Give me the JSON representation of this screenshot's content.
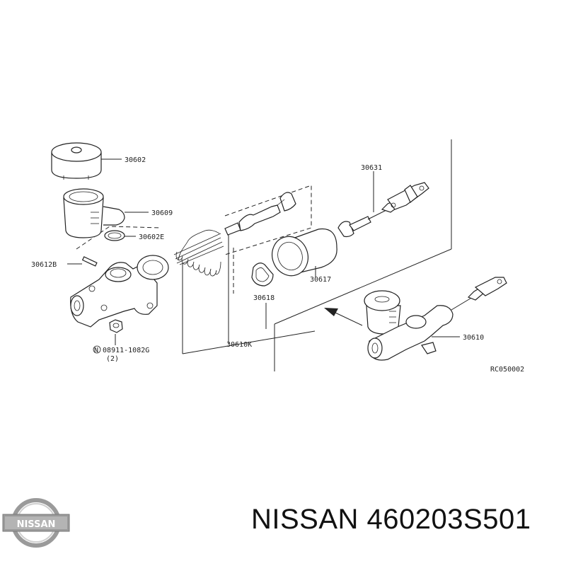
{
  "diagram": {
    "callouts": [
      "30602",
      "30609",
      "30602E",
      "30612B",
      "N 08911-1082G",
      "(2)",
      "30610K",
      "30618",
      "30617",
      "30631",
      "30610"
    ],
    "reference_code": "RC050002"
  },
  "footer": {
    "logo_text": "NISSAN",
    "caption": "NISSAN 460203S501"
  },
  "colors": {
    "line": "#222222",
    "logo_silver": "#9a9a9a",
    "background": "#ffffff"
  }
}
